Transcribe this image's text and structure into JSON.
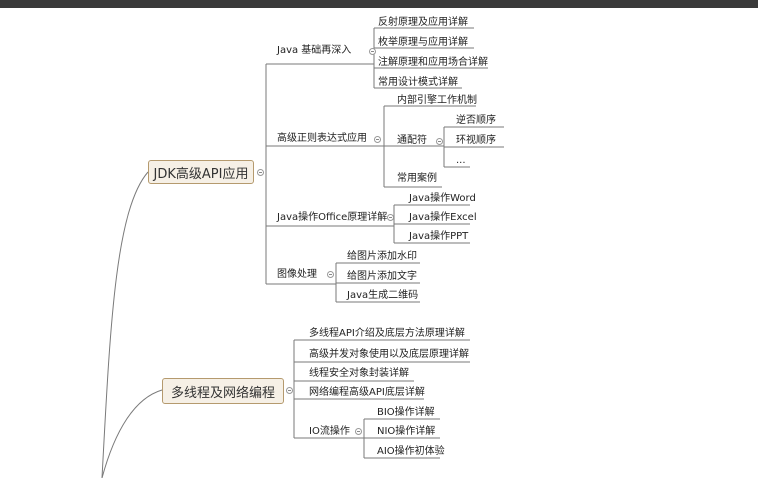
{
  "mindmap": {
    "topics": [
      {
        "label": "JDK高级API应用",
        "children": [
          {
            "label": "Java 基础再深入",
            "children": [
              "反射原理及应用详解",
              "枚举原理与应用详解",
              "注解原理和应用场合详解",
              "常用设计模式详解"
            ]
          },
          {
            "label": "高级正则表达式应用",
            "children": [
              "内部引擎工作机制",
              "通配符",
              "逆否顺序",
              "环视顺序",
              "...",
              "常用案例"
            ]
          },
          {
            "label": "Java操作Office原理详解",
            "children": [
              "Java操作Word",
              "Java操作Excel",
              "Java操作PPT"
            ]
          },
          {
            "label": "图像处理",
            "children": [
              "给图片添加水印",
              "给图片添加文字",
              "Java生成二维码"
            ]
          }
        ]
      },
      {
        "label": "多线程及网络编程",
        "children": [
          {
            "label": "多线程API介绍及底层方法原理详解"
          },
          {
            "label": "高级并发对象使用以及底层原理详解"
          },
          {
            "label": "线程安全对象封装详解"
          },
          {
            "label": "网络编程高级API底层详解"
          },
          {
            "label": "IO流操作",
            "children": [
              "BIO操作详解",
              "NIO操作详解",
              "AIO操作初体验"
            ]
          }
        ]
      }
    ]
  },
  "colors": {
    "line": "#7a7a7a",
    "main_fill": "#f6f0e6",
    "main_border": "#b59a6e",
    "top_bar": "#3a3a3a"
  }
}
